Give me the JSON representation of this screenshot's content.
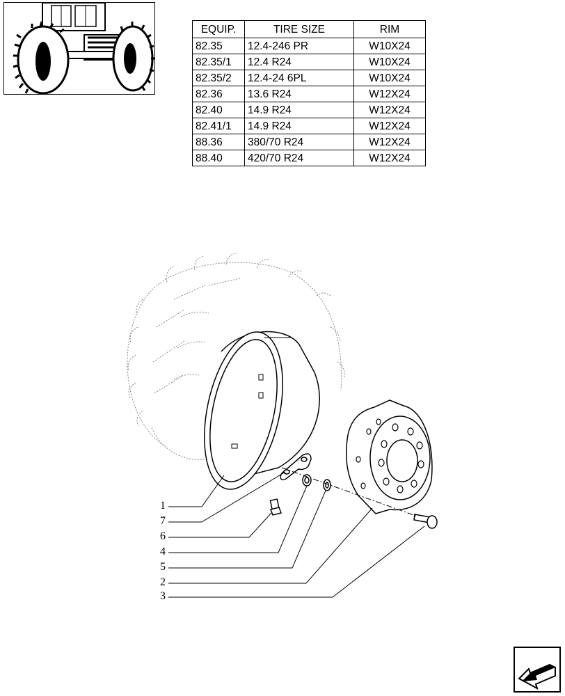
{
  "table": {
    "headers": [
      "EQUIP.",
      "TIRE SIZE",
      "RIM"
    ],
    "rows": [
      [
        "82.35",
        "12.4-246 PR",
        "W10X24"
      ],
      [
        "82.35/1",
        "12.4  R24",
        "W10X24"
      ],
      [
        "82.35/2",
        "12.4-24 6PL",
        "W10X24"
      ],
      [
        "82.36",
        "13.6  R24",
        "W12X24"
      ],
      [
        "82.40",
        "14.9  R24",
        "W12X24"
      ],
      [
        "82.41/1",
        "14.9 R24",
        "W12X24"
      ],
      [
        "88.36",
        "380/70 R24",
        "W12X24"
      ],
      [
        "88.40",
        "420/70 R24",
        "W12X24"
      ]
    ]
  },
  "callouts": [
    "1",
    "7",
    "6",
    "4",
    "5",
    "2",
    "3"
  ],
  "nav": {
    "icon": "arrow-back-icon"
  }
}
